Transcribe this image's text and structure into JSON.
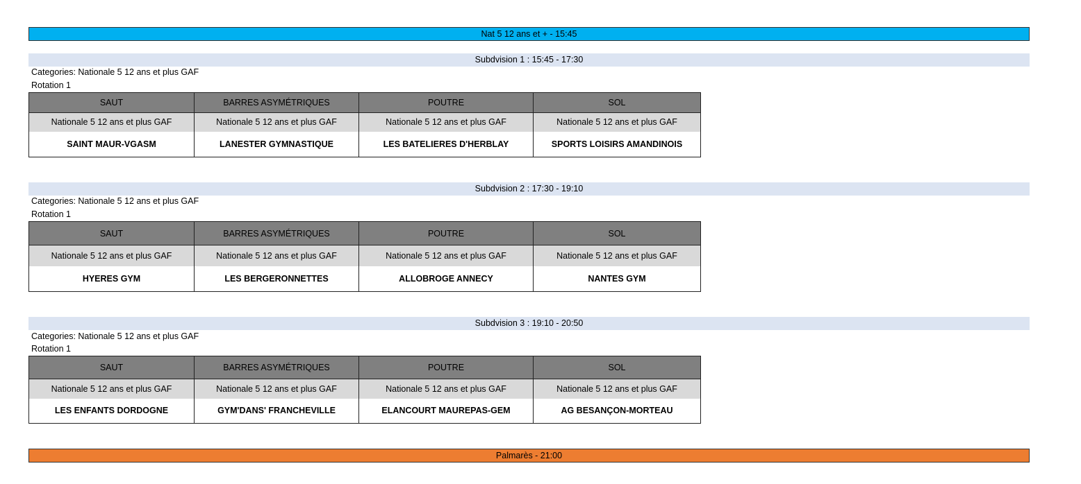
{
  "header": {
    "title": "Nat 5 12 ans et + - 15:45",
    "color": "#00b0f0"
  },
  "subdivisions": [
    {
      "title": "Subdvision 1 : 15:45 - 17:30",
      "categories": "Categories: Nationale 5 12 ans et plus GAF",
      "rotation": "Rotation 1",
      "columns": [
        "SAUT",
        "BARRES ASYMÉTRIQUES",
        "POUTRE",
        "SOL"
      ],
      "category_row": [
        "Nationale 5 12 ans et plus GAF",
        "Nationale 5 12 ans et plus GAF",
        "Nationale 5 12 ans et plus GAF",
        "Nationale 5 12 ans et plus GAF"
      ],
      "teams": [
        "SAINT MAUR-VGASM",
        "LANESTER GYMNASTIQUE",
        "LES BATELIERES D'HERBLAY",
        "SPORTS LOISIRS AMANDINOIS"
      ]
    },
    {
      "title": "Subdvision 2 : 17:30 - 19:10",
      "categories": "Categories: Nationale 5 12 ans et plus GAF",
      "rotation": "Rotation 1",
      "columns": [
        "SAUT",
        "BARRES ASYMÉTRIQUES",
        "POUTRE",
        "SOL"
      ],
      "category_row": [
        "Nationale 5 12 ans et plus GAF",
        "Nationale 5 12 ans et plus GAF",
        "Nationale 5 12 ans et plus GAF",
        "Nationale 5 12 ans et plus GAF"
      ],
      "teams": [
        "HYERES GYM",
        "LES BERGERONNETTES",
        "ALLOBROGE ANNECY",
        "NANTES GYM"
      ]
    },
    {
      "title": "Subdvision 3 : 19:10 - 20:50",
      "categories": "Categories: Nationale 5 12 ans et plus GAF",
      "rotation": "Rotation 1",
      "columns": [
        "SAUT",
        "BARRES ASYMÉTRIQUES",
        "POUTRE",
        "SOL"
      ],
      "category_row": [
        "Nationale 5 12 ans et plus GAF",
        "Nationale 5 12 ans et plus GAF",
        "Nationale 5 12 ans et plus GAF",
        "Nationale 5 12 ans et plus GAF"
      ],
      "teams": [
        "LES ENFANTS DORDOGNE",
        "GYM'DANS' FRANCHEVILLE",
        "ELANCOURT MAUREPAS-GEM",
        "AG BESANÇON-MORTEAU"
      ]
    }
  ],
  "footer": {
    "title": "Palmarès - 21:00",
    "color": "#ed7d31"
  }
}
